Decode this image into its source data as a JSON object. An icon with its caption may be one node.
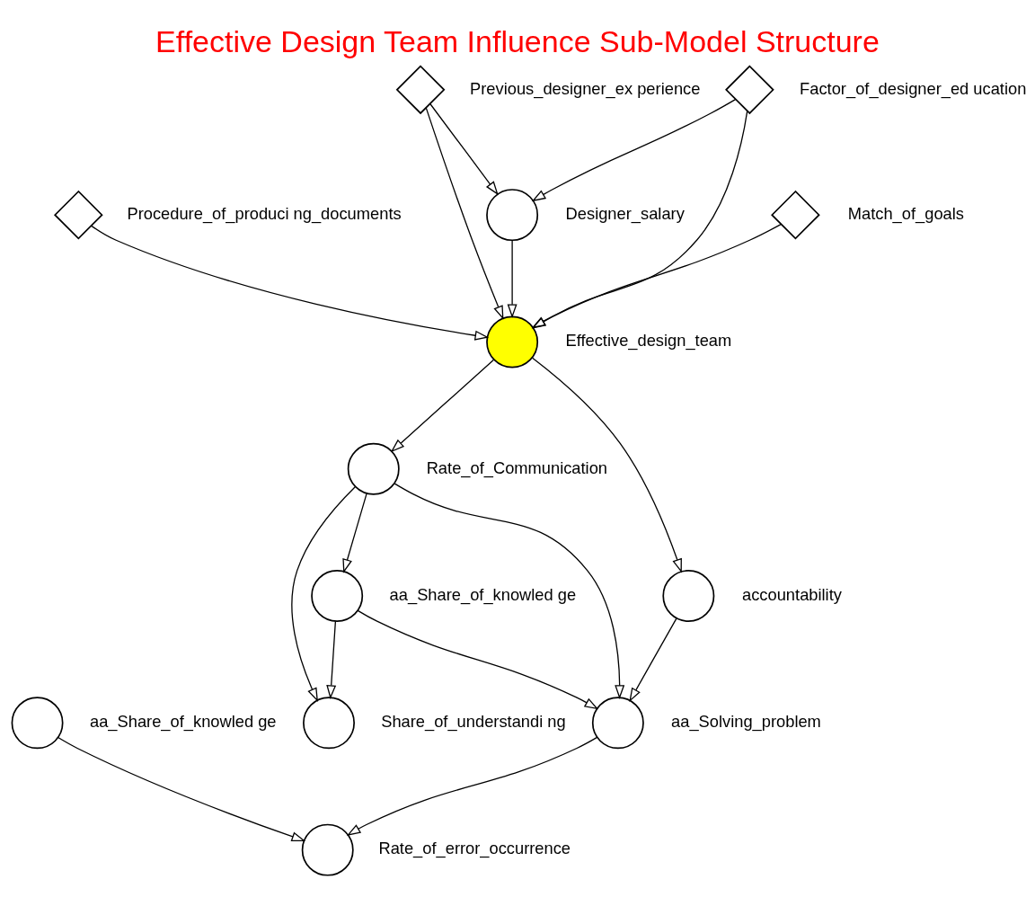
{
  "diagram": {
    "title": "Effective Design Team Influence Sub-Model Structure",
    "nodes": [
      {
        "text": [],
        "shape": "circle",
        "beside": [
          "Share_of_understandi ng"
        ]
      },
      {
        "text": [],
        "shape": "circle",
        "beside": [
          "Rate_of_Communication"
        ]
      },
      {
        "text": [],
        "shape": "diamond",
        "beside": [
          "Procedure_of_produci ng_documents"
        ]
      },
      {
        "text": [],
        "shape": "diamond",
        "beside": [
          "Previous_designer_ex perience"
        ]
      },
      {
        "text": [],
        "shape": "circle",
        "beside": [
          "aa_Share_of_knowled ge"
        ]
      },
      {
        "text": [],
        "shape": "circle",
        "beside": [
          "Effective_design_team"
        ]
      },
      {
        "text": [],
        "shape": "circle",
        "beside": [
          "Designer_salary"
        ]
      },
      {
        "text": [],
        "shape": "circle",
        "beside": [
          "aa_Solving_problem"
        ]
      },
      {
        "text": [],
        "shape": "circle",
        "beside": [
          "accountability"
        ]
      },
      {
        "text": [],
        "shape": "diamond",
        "beside": [
          "Match_of_goals"
        ]
      },
      {
        "text": [],
        "shape": "diamond",
        "beside": [
          "Factor_of_designer_ed ucation"
        ]
      },
      {
        "text": [],
        "shape": "circle",
        "beside": [
          "aa_Share_of_knowled ge"
        ]
      },
      {
        "text": [],
        "shape": "circle",
        "beside": [
          "Rate_of_error_occurrence"
        ]
      }
    ],
    "edges": [
      {
        "from": 1,
        "to": 0,
        "arrow": "to"
      },
      {
        "from": 4,
        "to": 0,
        "arrow": "to"
      },
      {
        "from": 1,
        "to": 4,
        "arrow": "to"
      },
      {
        "from": 1,
        "to": 7,
        "arrow": "to"
      },
      {
        "from": 4,
        "to": 7,
        "arrow": "to"
      },
      {
        "from": 5,
        "to": 1,
        "arrow": "to"
      },
      {
        "from": 2,
        "to": 5,
        "arrow": "to"
      },
      {
        "from": 3,
        "to": 5,
        "arrow": "to"
      },
      {
        "from": 3,
        "to": 6,
        "arrow": "to"
      },
      {
        "from": 6,
        "to": 5,
        "arrow": "to"
      },
      {
        "from": 10,
        "to": 5,
        "arrow": "to"
      },
      {
        "from": 10,
        "to": 6,
        "arrow": "to"
      },
      {
        "from": 9,
        "to": 5,
        "arrow": "to"
      },
      {
        "from": 5,
        "to": 8,
        "arrow": "to"
      },
      {
        "from": 8,
        "to": 7,
        "arrow": "to"
      },
      {
        "from": 7,
        "to": 12,
        "arrow": "to"
      },
      {
        "from": 11,
        "to": 12,
        "arrow": "to"
      }
    ]
  }
}
